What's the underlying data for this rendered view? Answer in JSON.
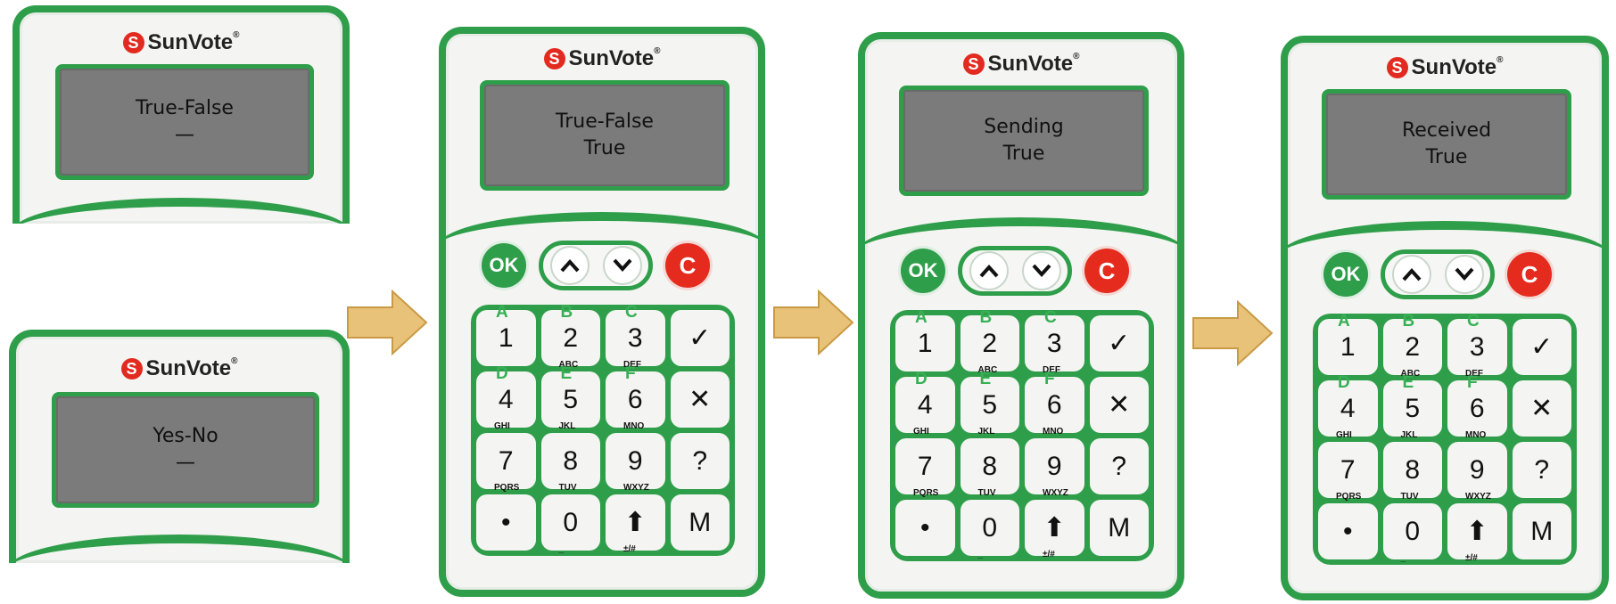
{
  "brand": "SunVote",
  "brand_mark": "®",
  "devices": [
    {
      "line1": "True-False",
      "line2": "—"
    },
    {
      "line1": "Yes-No",
      "line2": "—"
    },
    {
      "line1": "True-False",
      "line2": "True"
    },
    {
      "line1": "Sending",
      "line2": "True"
    },
    {
      "line1": "Received",
      "line2": "True"
    }
  ],
  "controls": {
    "ok": "OK",
    "clear": "C"
  },
  "keys": [
    {
      "main": "1",
      "upper": "A",
      "sub": ""
    },
    {
      "main": "2",
      "upper": "B",
      "sub": "ABC"
    },
    {
      "main": "3",
      "upper": "C",
      "sub": "DEF"
    },
    {
      "main": "✓",
      "upper": "",
      "sub": ""
    },
    {
      "main": "4",
      "upper": "D",
      "sub": "GHI"
    },
    {
      "main": "5",
      "upper": "E",
      "sub": "JKL"
    },
    {
      "main": "6",
      "upper": "F",
      "sub": "MNO"
    },
    {
      "main": "✕",
      "upper": "",
      "sub": ""
    },
    {
      "main": "7",
      "upper": "",
      "sub": "PQRS"
    },
    {
      "main": "8",
      "upper": "",
      "sub": "TUV"
    },
    {
      "main": "9",
      "upper": "",
      "sub": "WXYZ"
    },
    {
      "main": "?",
      "upper": "",
      "sub": ""
    },
    {
      "main": "•",
      "upper": "",
      "sub": ""
    },
    {
      "main": "0",
      "upper": "",
      "sub": "_"
    },
    {
      "main": "⬆",
      "upper": "",
      "sub": "±/#"
    },
    {
      "main": "M",
      "upper": "",
      "sub": ""
    }
  ],
  "colors": {
    "accent": "#2f9e4a",
    "clear": "#e52b1e",
    "screen": "#7b7b7b",
    "arrow": "#e9c27a"
  }
}
